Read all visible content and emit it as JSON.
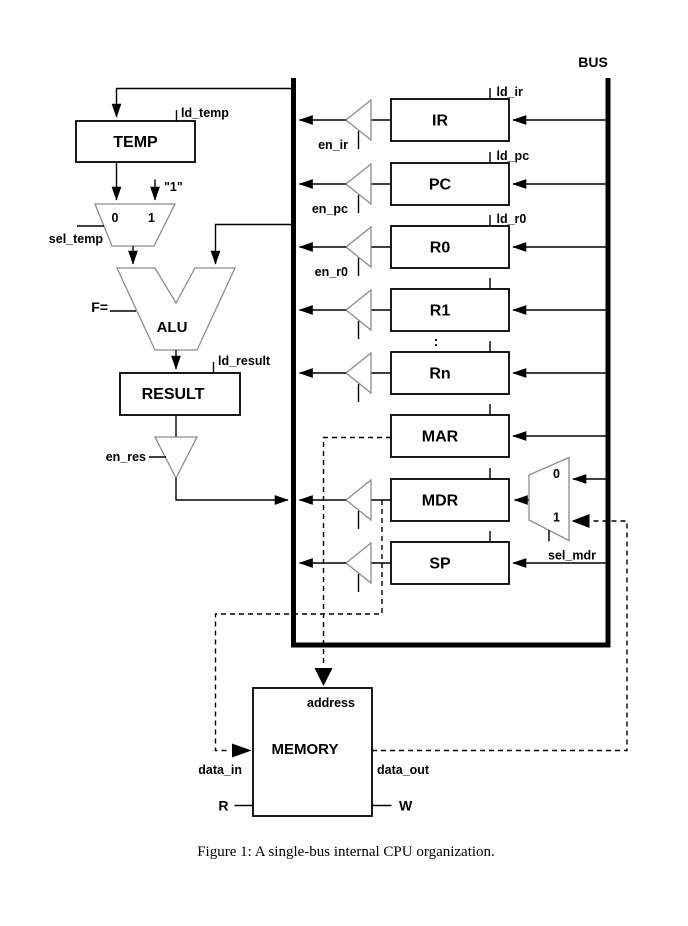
{
  "bus": {
    "label": "BUS"
  },
  "temp": {
    "label": "TEMP",
    "ld": "ld_temp"
  },
  "temp_mux": {
    "const": "\"1\"",
    "in0": "0",
    "in1": "1",
    "sel": "sel_temp"
  },
  "alu": {
    "label": "ALU",
    "flag": "F="
  },
  "result": {
    "label": "RESULT",
    "ld": "ld_result",
    "en": "en_res"
  },
  "registers": [
    {
      "name": "IR",
      "ld": "ld_ir",
      "en": "en_ir"
    },
    {
      "name": "PC",
      "ld": "ld_pc",
      "en": "en_pc"
    },
    {
      "name": "R0",
      "ld": "ld_r0",
      "en": "en_r0"
    },
    {
      "name": "R1"
    },
    {
      "name": "Rn"
    },
    {
      "name": "MAR"
    },
    {
      "name": "MDR"
    },
    {
      "name": "SP"
    }
  ],
  "ellipsis": ":",
  "mdr_mux": {
    "in0": "0",
    "in1": "1",
    "sel": "sel_mdr"
  },
  "memory": {
    "label": "MEMORY",
    "address": "address",
    "data_in": "data_in",
    "data_out": "data_out",
    "read": "R",
    "write": "W"
  },
  "caption": "Figure 1: A single-bus internal CPU organization.",
  "colors": {
    "wire": "#000000",
    "shape_outline": "#8c8c8c",
    "background": "#ffffff"
  }
}
